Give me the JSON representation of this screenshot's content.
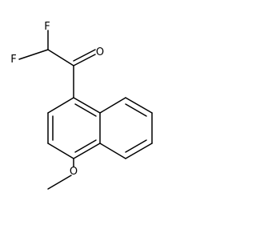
{
  "molecule": {
    "atoms": {
      "fluorine_top": "F",
      "fluorine_left": "F",
      "carbonyl_oxygen": "O",
      "ether_oxygen": "O"
    }
  }
}
